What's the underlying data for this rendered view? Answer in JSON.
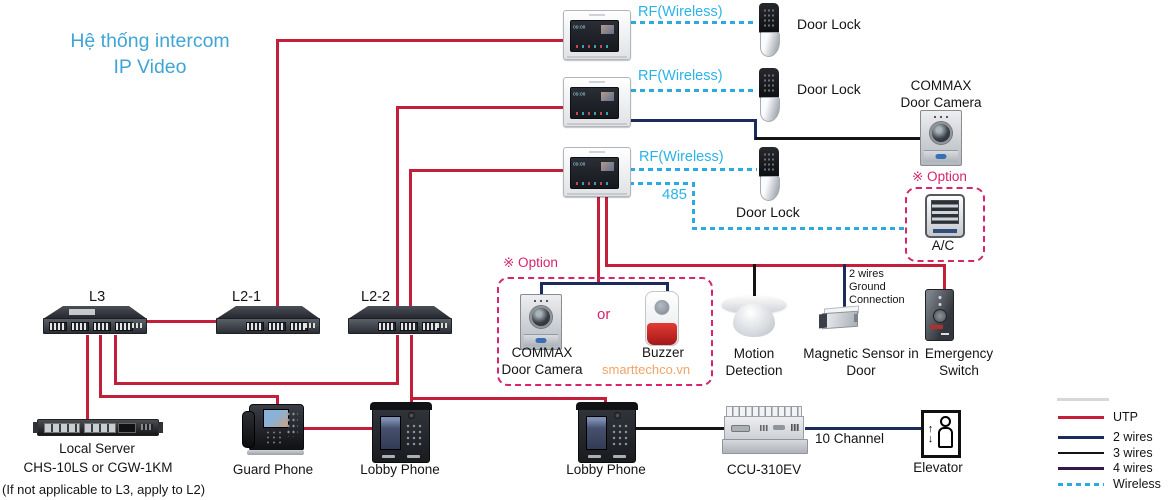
{
  "title": {
    "line1": "Hệ thống intercom",
    "line2": "IP Video"
  },
  "colors": {
    "utp": "#c41f3a",
    "wires2": "#1c2b5e",
    "wires3": "#141414",
    "wires4": "#33194b",
    "wireless": "#2aaae0",
    "title_blue": "#3fa5d6",
    "option_pink": "#d6246e",
    "watermark_orange": "#f0a468"
  },
  "labels": {
    "rf1": "RF(Wireless)",
    "rf2": "RF(Wireless)",
    "rf3": "RF(Wireless)",
    "bus485": "485",
    "door_lock1": "Door Lock",
    "door_lock2": "Door Lock",
    "door_lock3": "Door Lock",
    "door_camera_top": "COMMAX Door Camera",
    "option_ac": "※ Option",
    "ac": "A/C",
    "option_entry": "※ Option",
    "door_camera_option": "COMMAX Door Camera",
    "or": "or",
    "buzzer": "Buzzer",
    "watermark": "smarttechco.vn",
    "motion_detection": "Motion Detection",
    "magnetic_wiring_note": "2 wires Ground Connection",
    "magnetic_sensor": "Magnetic Sensor in Door",
    "emergency_switch": "Emergency Switch",
    "l3": "L3",
    "l2_1": "L2-1",
    "l2_2": "L2-2",
    "local_server": "Local Server",
    "local_server_models": "CHS-10LS or CGW-1KM",
    "local_server_note": "(If not applicable to L3, apply to L2)",
    "guard_phone": "Guard Phone",
    "lobby_phone1": "Lobby Phone",
    "lobby_phone2": "Lobby Phone",
    "ccu": "CCU-310EV",
    "channel": "10 Channel",
    "elevator": "Elevator",
    "monitor_clock": "09:08"
  },
  "legend": {
    "items": [
      {
        "label": "UTP",
        "color": "#c41f3a",
        "style": "solid"
      },
      {
        "label": "2 wires",
        "color": "#1c2b5e",
        "style": "solid"
      },
      {
        "label": "3 wires",
        "color": "#141414",
        "style": "solid"
      },
      {
        "label": "4 wires",
        "color": "#33194b",
        "style": "solid"
      },
      {
        "label": "Wireless",
        "color": "#2aaae0",
        "style": "dashed"
      }
    ]
  }
}
